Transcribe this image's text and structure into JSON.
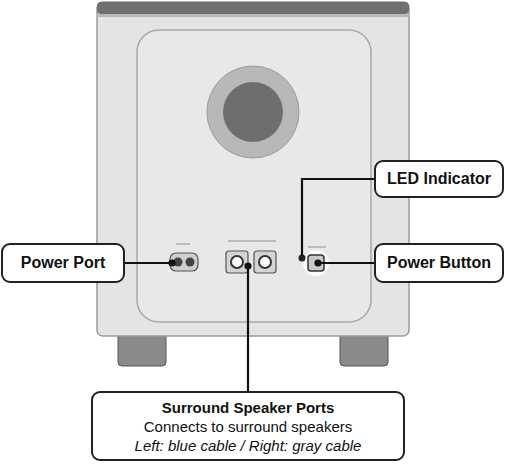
{
  "diagram": {
    "nodes": [
      {
        "text": [
          "LED Indicator"
        ]
      },
      {
        "text": [
          "Power Port"
        ]
      },
      {
        "text": [
          "Power Button"
        ]
      },
      {
        "text": [
          "Surround Speaker Ports",
          "Connects to surround speakers",
          "Left: blue cable / Right: gray cable"
        ]
      }
    ]
  }
}
